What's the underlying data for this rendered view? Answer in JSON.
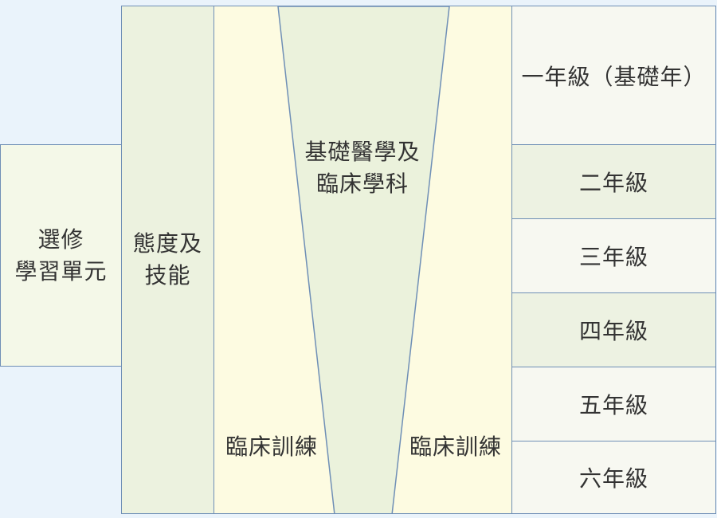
{
  "colors": {
    "page_bg": "#eaf3fb",
    "border": "#6f8fb6",
    "elective_fill": "#f4f8e8",
    "attitude_fill": "#ecf2df",
    "clinical_fill": "#fdfbe1",
    "funnel_fill": "#ebf2dc",
    "grade_alt_fill": "#edf2e2",
    "grade_base_fill": "#f7f8f1"
  },
  "labels": {
    "elective": "選修\n學習單元",
    "attitude": "態度及\n技能",
    "basic": "基礎醫學及\n臨床學科",
    "clinical_left": "臨床訓練",
    "clinical_right": "臨床訓練"
  },
  "grades": [
    "一年級（基礎年）",
    "二年級",
    "三年級",
    "四年級",
    "五年級",
    "六年級"
  ]
}
